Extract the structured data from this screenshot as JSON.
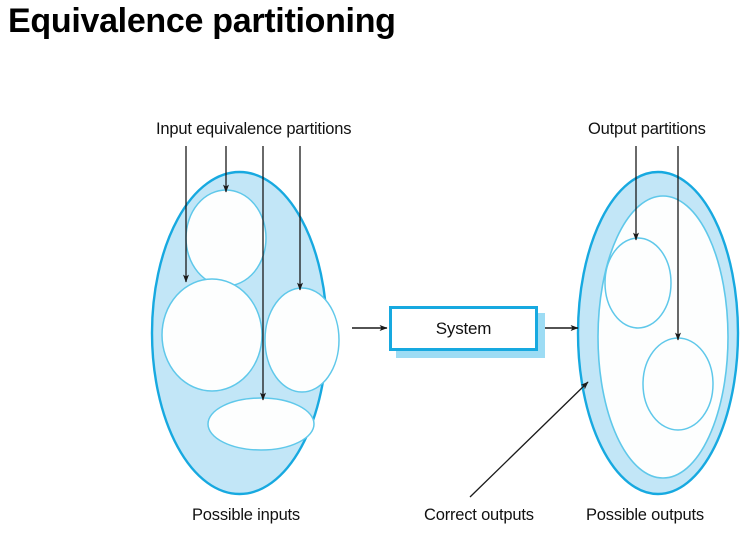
{
  "slide": {
    "title": "Equivalence partitioning",
    "background_color": "#ffffff"
  },
  "colors": {
    "shape_fill": "#c2e6f7",
    "shape_stroke": "#17a9e0",
    "inner_fill": "#fdfefe",
    "inner_stroke": "#5fc8ea",
    "box_border": "#17a9e0",
    "box_shadow": "#9ddcf4",
    "arrow": "#1a1a1a",
    "text": "#111111"
  },
  "labels": {
    "input_partitions": "Input equivalence partitions",
    "output_partitions": "Output partitions",
    "possible_inputs": "Possible inputs",
    "correct_outputs": "Correct outputs",
    "possible_outputs": "Possible outputs"
  },
  "system": {
    "label": "System"
  },
  "diagram": {
    "input_set": {
      "name": "Possible inputs",
      "partitions": 4
    },
    "output_set": {
      "name": "Possible outputs",
      "partitions": 2
    },
    "flow": "inputs -> System -> outputs"
  }
}
